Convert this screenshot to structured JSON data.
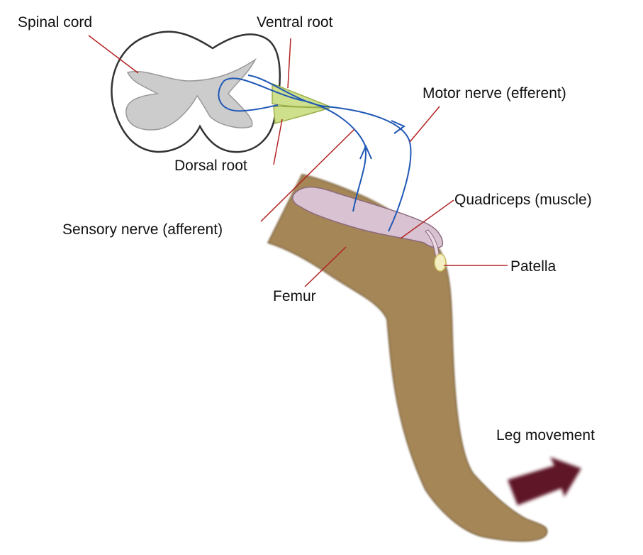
{
  "labels": {
    "spinal_cord": "Spinal cord",
    "ventral_root": "Ventral root",
    "dorsal_root": "Dorsal root",
    "motor_nerve": "Motor nerve (efferent)",
    "sensory_nerve": "Sensory nerve (afferent)",
    "quadriceps": "Quadriceps (muscle)",
    "patella": "Patella",
    "femur": "Femur",
    "leg_movement": "Leg movement"
  },
  "colors": {
    "leader_line": "#b22222",
    "nerve": "#1f57b5",
    "leg": "#a58657",
    "leg_outline": "#6f5532",
    "muscle": "#d9c3d3",
    "muscle_outline": "#8c6a7d",
    "grey_matter": "#cccccc",
    "root": "#cfe08c",
    "patella": "#f3efc2",
    "movement_arrow": "#5e1626"
  }
}
